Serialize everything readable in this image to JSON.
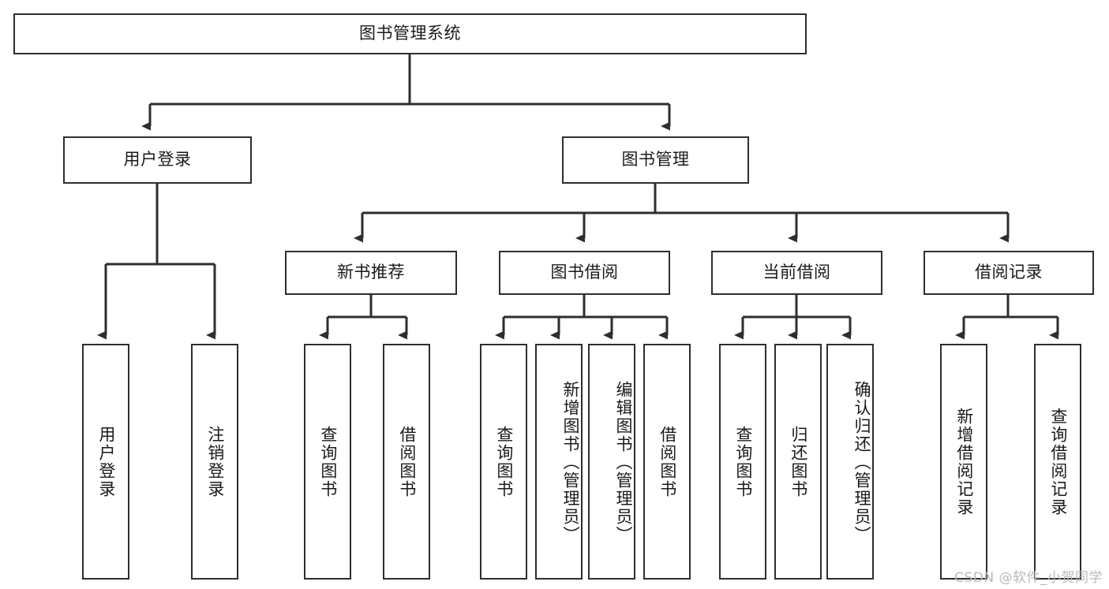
{
  "diagram": {
    "title": "图书管理系统",
    "type": "tree",
    "watermark": "CSDN @软件_小贺同学",
    "colors": {
      "stroke": "#2e2e2e",
      "fill": "#ffffff",
      "text": "#1a1a1a",
      "watermark": "#b9b9b9",
      "background": "#ffffff"
    }
  },
  "nodes": {
    "root": {
      "label": "图书管理系统"
    },
    "level1": [
      {
        "id": "user-login",
        "label": "用户登录"
      },
      {
        "id": "book-manage",
        "label": "图书管理"
      }
    ],
    "level2": [
      {
        "id": "new-book-recommend",
        "label": "新书推荐",
        "parent": "book-manage"
      },
      {
        "id": "book-borrow",
        "label": "图书借阅",
        "parent": "book-manage"
      },
      {
        "id": "current-borrow",
        "label": "当前借阅",
        "parent": "book-manage"
      },
      {
        "id": "borrow-record",
        "label": "借阅记录",
        "parent": "book-manage"
      }
    ],
    "leaves": [
      {
        "id": "leaf-user-login",
        "label": "用户登录",
        "parent": "user-login"
      },
      {
        "id": "leaf-user-logout",
        "label": "注销登录",
        "parent": "user-login"
      },
      {
        "id": "leaf-query-book-1",
        "label": "查询图书",
        "parent": "new-book-recommend"
      },
      {
        "id": "leaf-borrow-book-1",
        "label": "借阅图书",
        "parent": "new-book-recommend"
      },
      {
        "id": "leaf-query-book-2",
        "label": "查询图书",
        "parent": "book-borrow"
      },
      {
        "id": "leaf-add-book",
        "label": "新增图书（管理员）",
        "parent": "book-borrow"
      },
      {
        "id": "leaf-edit-book",
        "label": "编辑图书（管理员）",
        "parent": "book-borrow"
      },
      {
        "id": "leaf-borrow-book-2",
        "label": "借阅图书",
        "parent": "book-borrow"
      },
      {
        "id": "leaf-query-book-3",
        "label": "查询图书",
        "parent": "current-borrow"
      },
      {
        "id": "leaf-return-book",
        "label": "归还图书",
        "parent": "current-borrow"
      },
      {
        "id": "leaf-confirm-return",
        "label": "确认归还（管理员）",
        "parent": "current-borrow"
      },
      {
        "id": "leaf-add-record",
        "label": "新增借阅记录",
        "parent": "borrow-record"
      },
      {
        "id": "leaf-query-record",
        "label": "查询借阅记录",
        "parent": "borrow-record"
      }
    ]
  }
}
